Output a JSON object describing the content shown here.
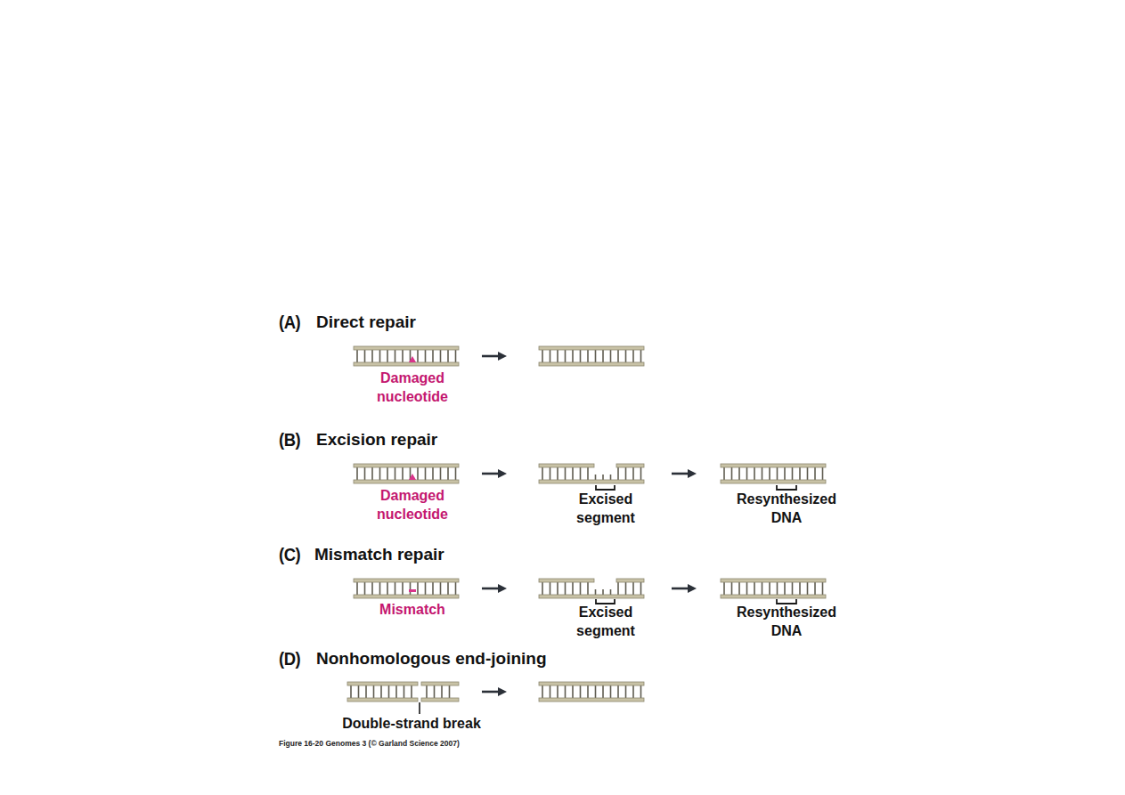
{
  "diagram": {
    "caption": "Figure 16-20 Genomes 3 (© Garland Science 2007)",
    "labels": [
      "(A)",
      "Direct repair",
      "Damaged nucleotide",
      "(B)",
      "Excision repair",
      "Damaged nucleotide",
      "Excised segment",
      "Resynthesized DNA",
      "(C)",
      "Mismatch repair",
      "Mismatch",
      "Excised segment",
      "Resynthesized DNA",
      "(D)",
      "Nonhomologous end-joining",
      "Double-strand break"
    ]
  }
}
